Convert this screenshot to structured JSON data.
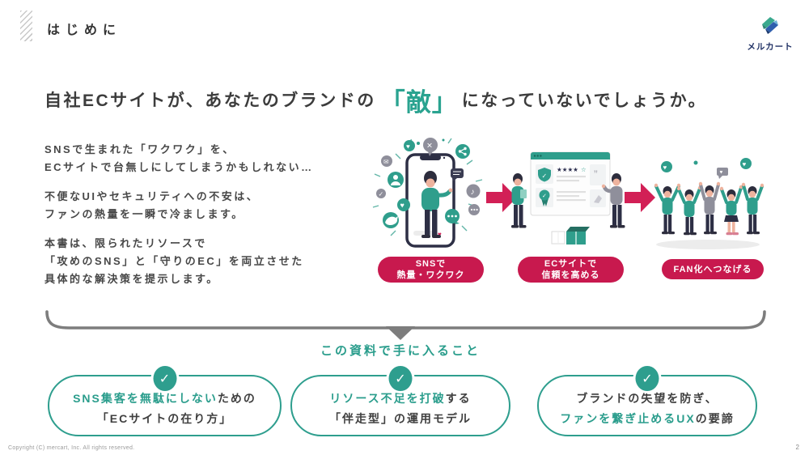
{
  "page": {
    "section_label": "はじめに",
    "page_number": "2",
    "copyright": "Copyright (C) mercart, Inc. All rights reserved."
  },
  "logo": {
    "text": "メルカート"
  },
  "headline": {
    "pre": "自社ECサイトが、あなたのブランドの",
    "accent": "「敵」",
    "post": "になっていないでしょうか。"
  },
  "intro": {
    "paragraphs": [
      "SNSで生まれた「ワクワク」を、\nECサイトで台無しにしてしまうかもしれない…",
      "不便なUIやセキュリティへの不安は、\nファンの熱量を一瞬で冷まします。",
      "本書は、限られたリソースで\n「攻めのSNS」と「守りのEC」を両立させた\n具体的な解決策を提示します。"
    ]
  },
  "flow": {
    "steps": [
      {
        "caption": "SNSで\n熱量・ワクワク",
        "illustration": "woman-with-smartphone-and-sns-icons"
      },
      {
        "caption": "ECサイトで\n信頼を高める",
        "illustration": "ec-site-reviews-and-trust-badges"
      },
      {
        "caption": "FAN化へつなげる",
        "illustration": "cheering-fans-group"
      }
    ]
  },
  "bridge": {
    "label": "この資料で手に入ること"
  },
  "icons": {
    "check": "✓"
  },
  "benefits": [
    {
      "line1": [
        {
          "text": "SNS集客を無駄にしない",
          "style": "seg accent"
        },
        {
          "text": "ための",
          "style": "seg"
        }
      ],
      "line2": [
        {
          "text": "「ECサイトの在り方」",
          "style": "seg"
        },
        {
          "text": "",
          "style": "seg"
        }
      ]
    },
    {
      "line1": [
        {
          "text": "リソース不足を打破",
          "style": "seg accent"
        },
        {
          "text": "する",
          "style": "seg"
        }
      ],
      "line2": [
        {
          "text": "「伴走型」の運用モデル",
          "style": "seg"
        },
        {
          "text": "",
          "style": "seg"
        }
      ]
    },
    {
      "line1": [
        {
          "text": "ブランドの失望を防ぎ、",
          "style": "seg"
        },
        {
          "text": "",
          "style": "seg"
        }
      ],
      "line2": [
        {
          "text": "ファンを繋ぎ止めるUX",
          "style": "seg accent"
        },
        {
          "text": "の要諦",
          "style": "seg"
        }
      ]
    }
  ],
  "colors": {
    "accent_teal": "#2e9e8e",
    "accent_teal_text": "#2a9d8c",
    "headline_accent": "#2aa390",
    "flow_pill_red": "#c8194e",
    "arrow_red": "#d22056",
    "dark_text": "#3c3c3c",
    "bracket_gray": "#7d7d7d",
    "logo_navy": "#1e2f63"
  }
}
